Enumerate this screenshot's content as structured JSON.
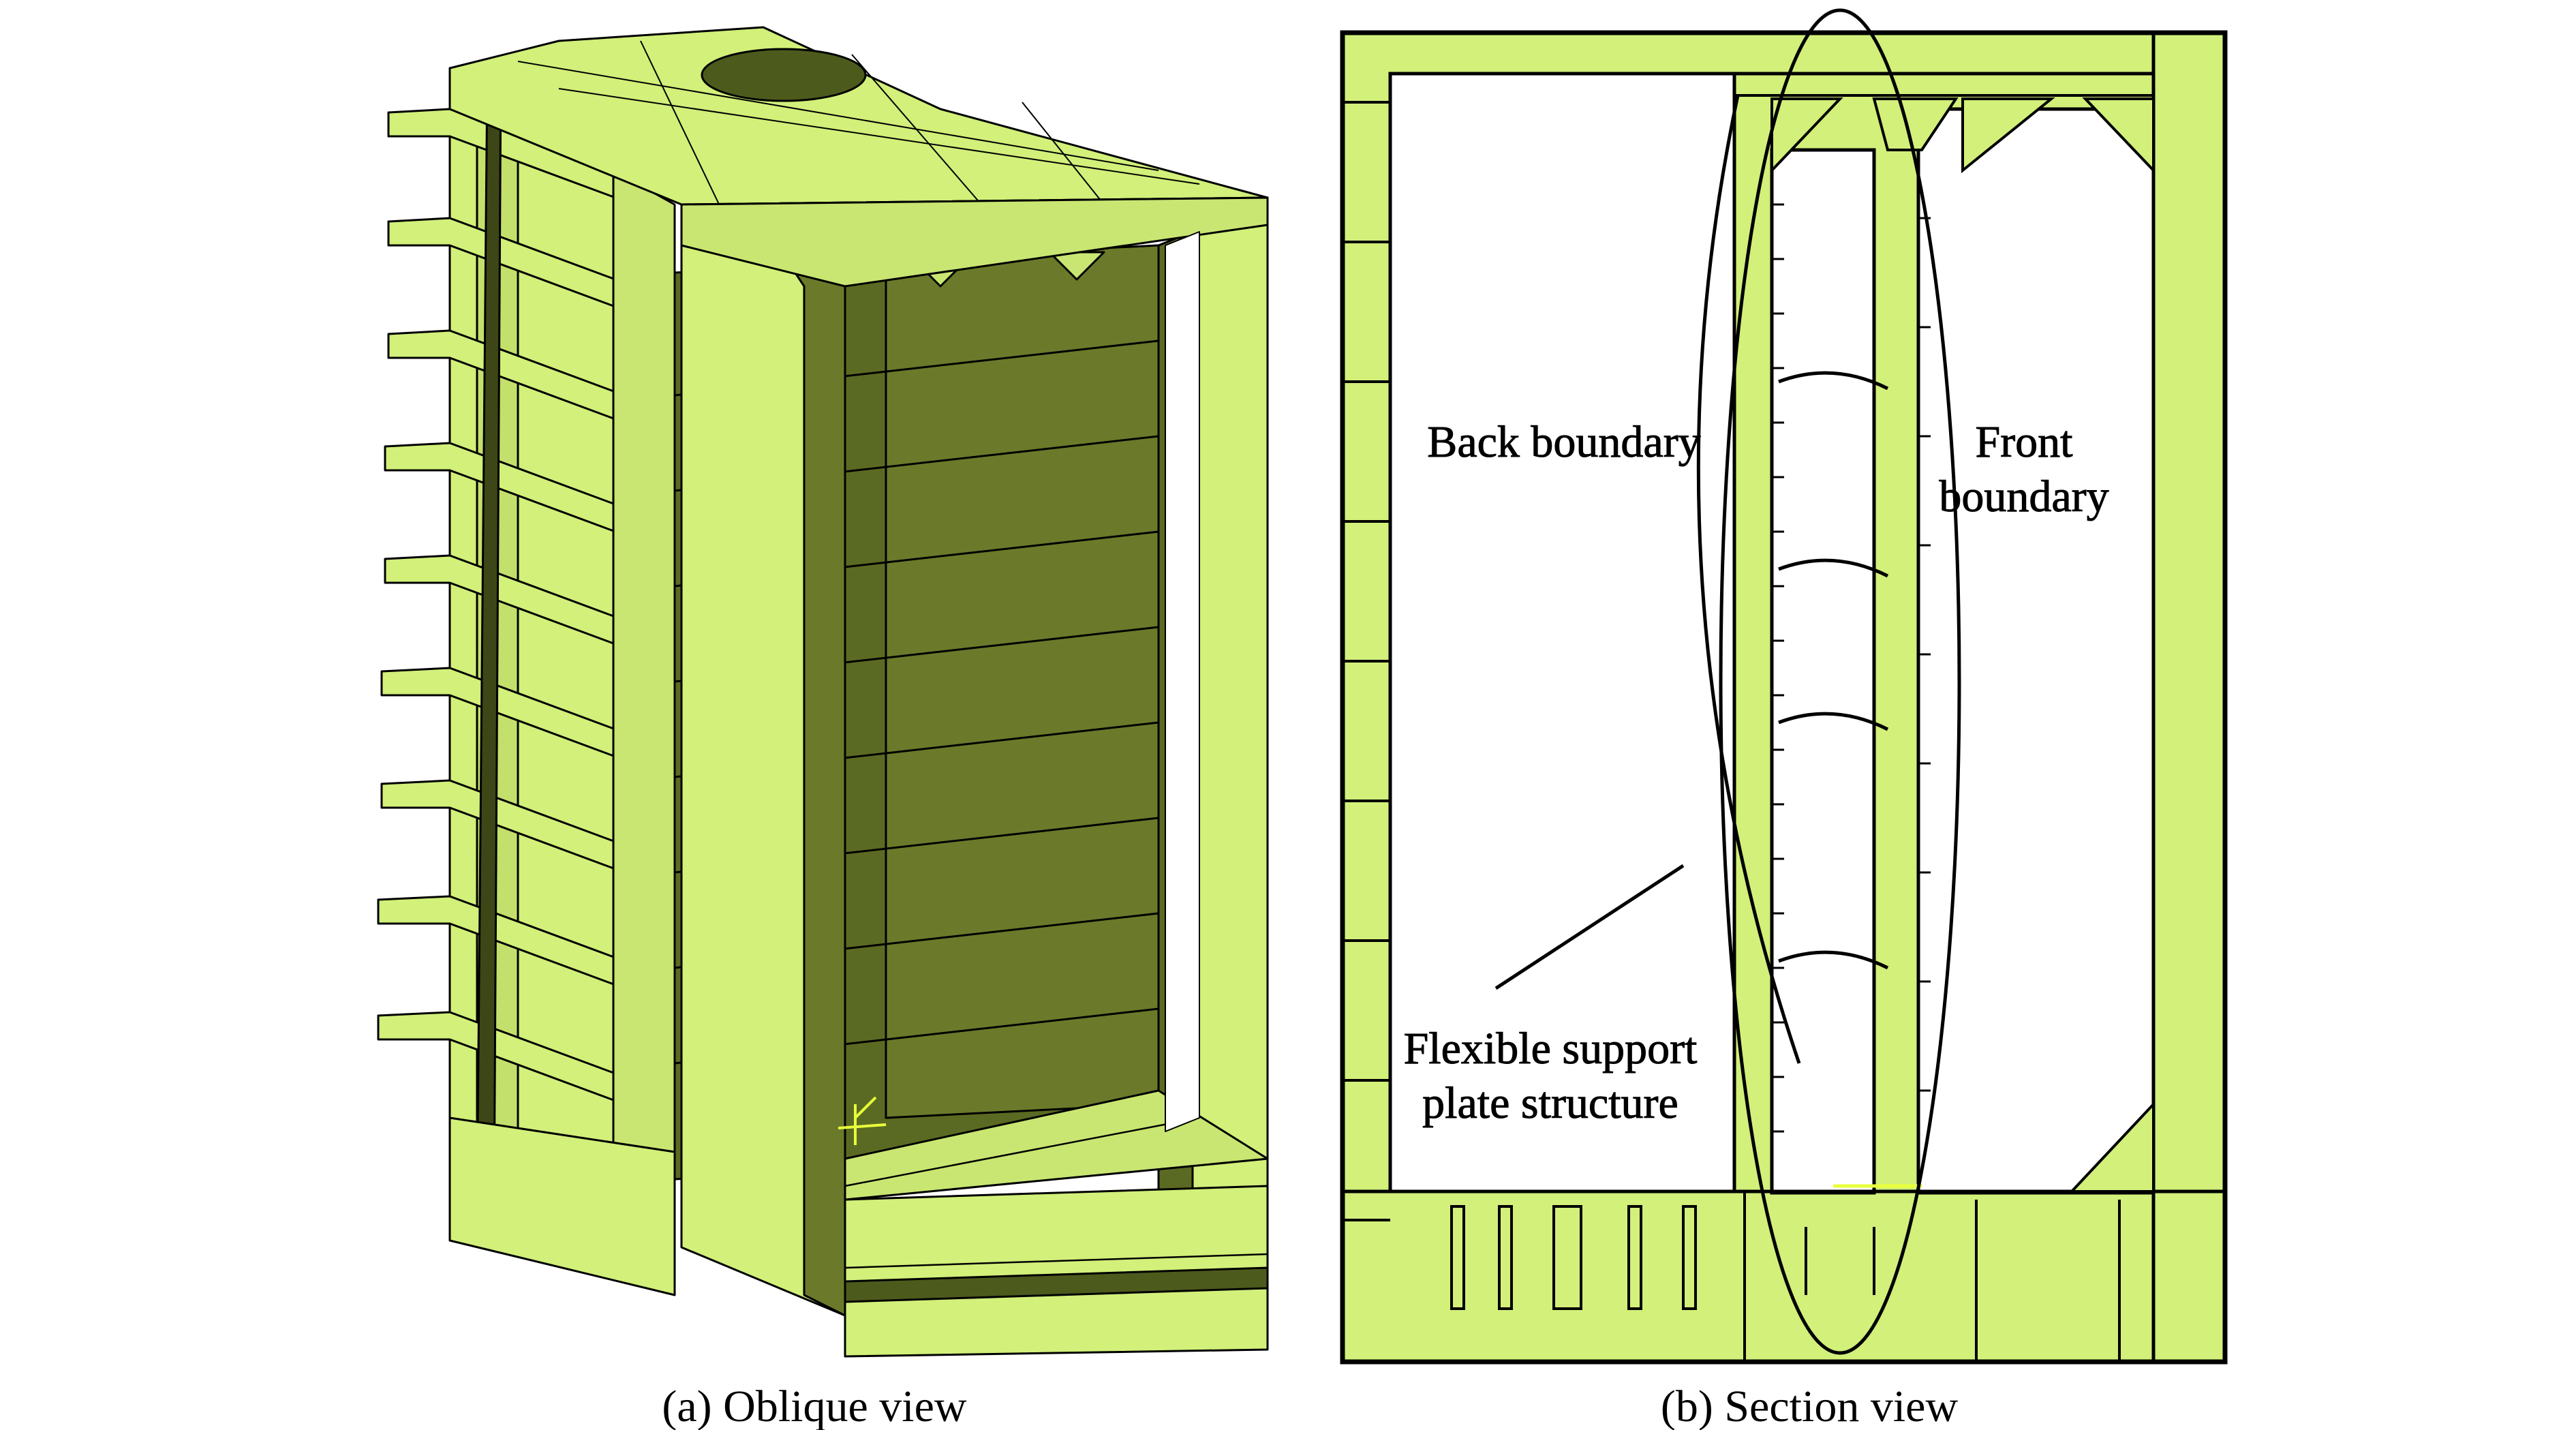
{
  "figure": {
    "panel_a": {
      "caption": "(a) Oblique view"
    },
    "panel_b": {
      "caption": "(b) Section view",
      "annotations": {
        "back_boundary": "Back boundary",
        "front_boundary_line1": "Front",
        "front_boundary_line2": "boundary",
        "flexible_line1": "Flexible support",
        "flexible_line2": "plate structure"
      }
    }
  },
  "colors": {
    "light_green": "#d2f07a",
    "medium_green": "#a9c65b",
    "dark_green": "#5b6a22",
    "shadow_green": "#4c5a1c",
    "outline": "#000000",
    "marker_yellow": "#e8ff3a"
  },
  "icons": [
    "axis-triad-icon"
  ]
}
